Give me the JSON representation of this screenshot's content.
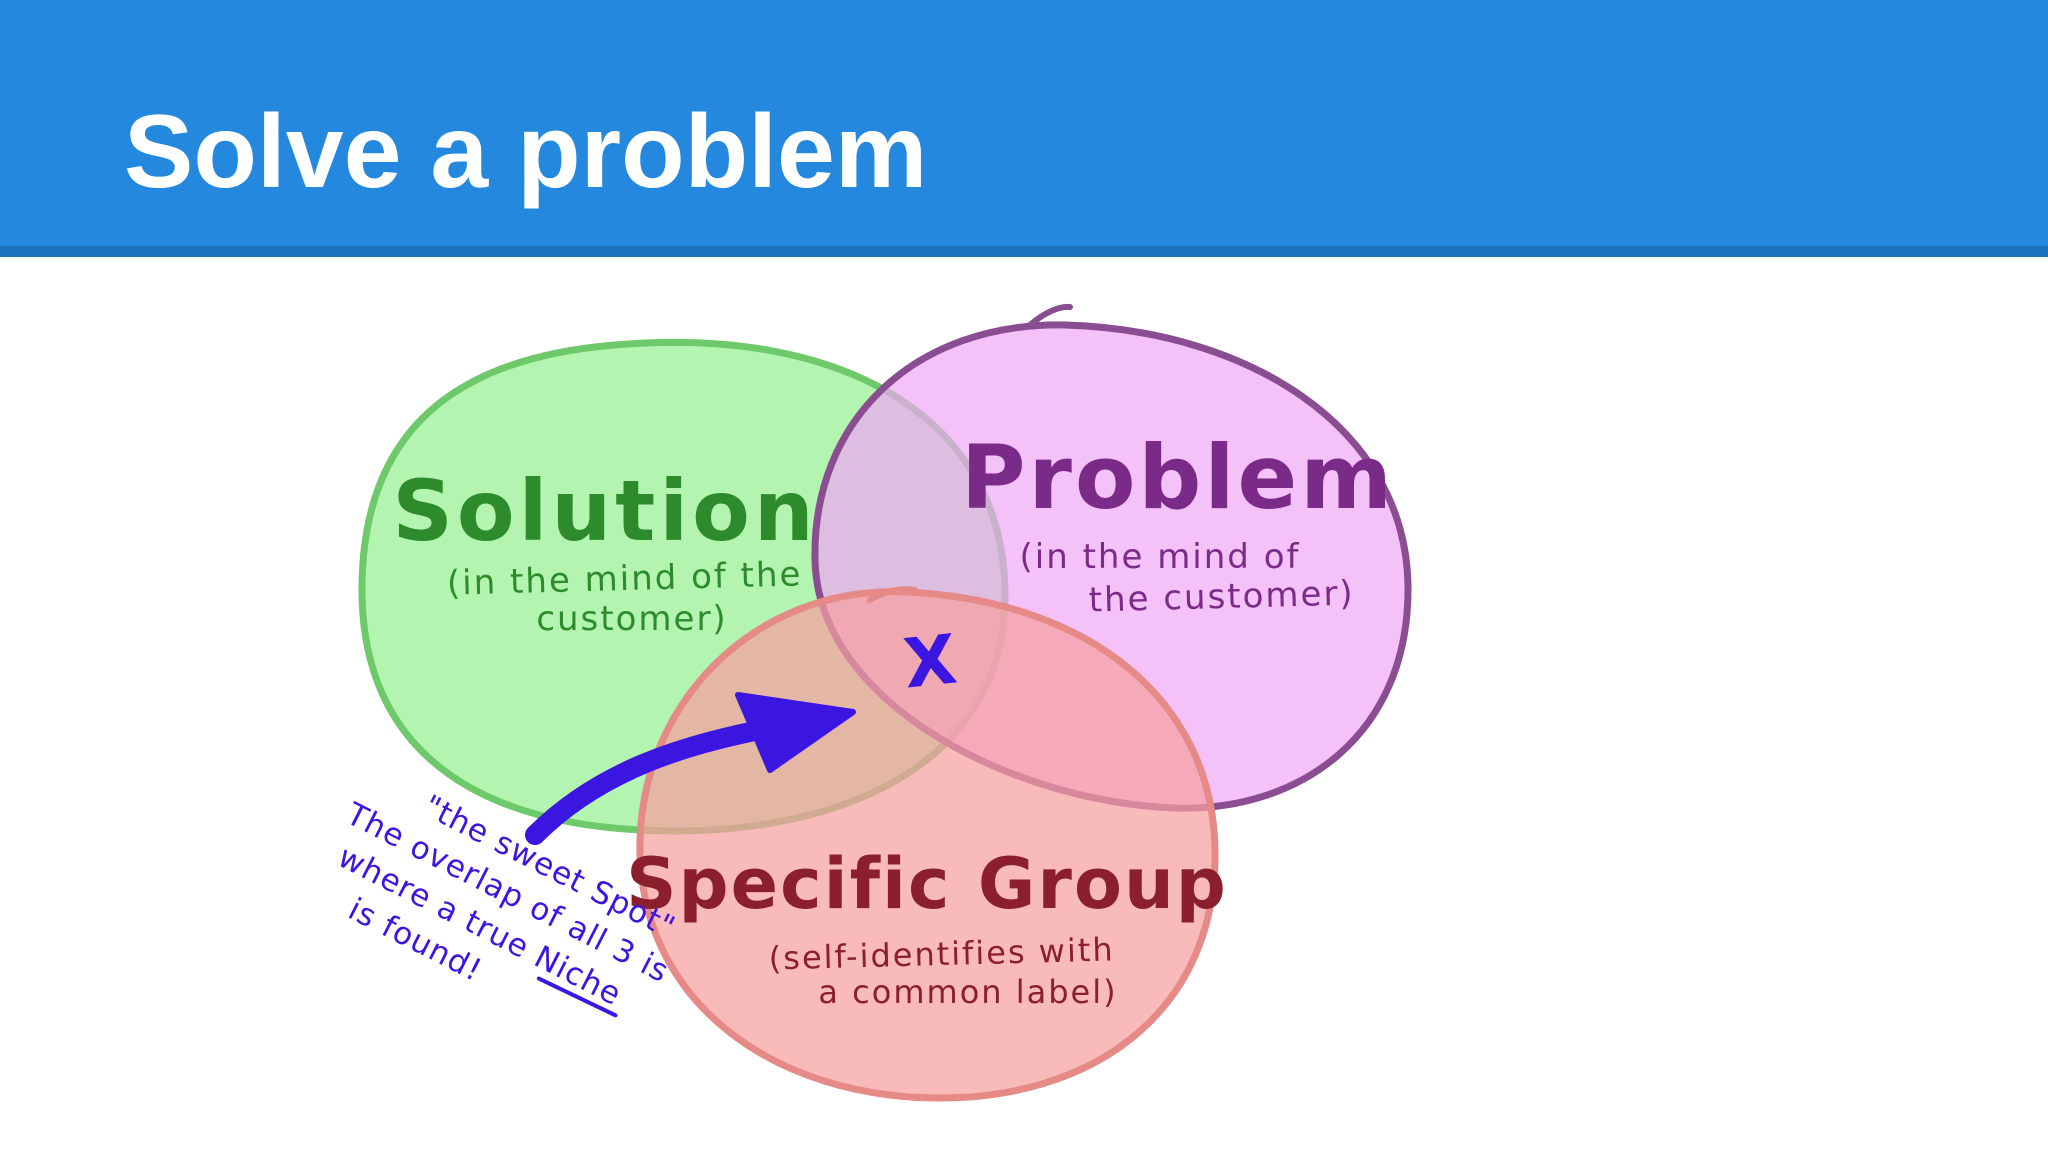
{
  "slide": {
    "title": "Solve a problem"
  },
  "venn": {
    "solution": {
      "title": "Solution",
      "subtitle_line1": "(in the mind of the",
      "subtitle_line2": "customer)"
    },
    "problem": {
      "title": "Problem",
      "subtitle_line1": "(in the mind of",
      "subtitle_line2": "the customer)"
    },
    "group": {
      "title": "Specific Group",
      "subtitle_line1": "(self-identifies with",
      "subtitle_line2": "a common label)"
    },
    "center_mark": "X",
    "annotation": {
      "line1": "\"the sweet Spot\"",
      "line2": "The overlap of all 3 is",
      "line3": "where a true Niche",
      "line4": "is found!"
    }
  },
  "colors": {
    "header": "#2388de",
    "header_rule": "#1c72bd",
    "solution_fill": "#9ef29a",
    "solution_stroke": "#6ec96a",
    "problem_fill": "#f0a6f7",
    "problem_stroke": "#8a4d92",
    "group_fill": "#f6a0a0",
    "group_stroke": "#e58a86",
    "solution_text": "#2e8b2b",
    "problem_text": "#7a2a87",
    "group_text": "#8b1f2d",
    "ink_blue": "#3a16e0"
  }
}
